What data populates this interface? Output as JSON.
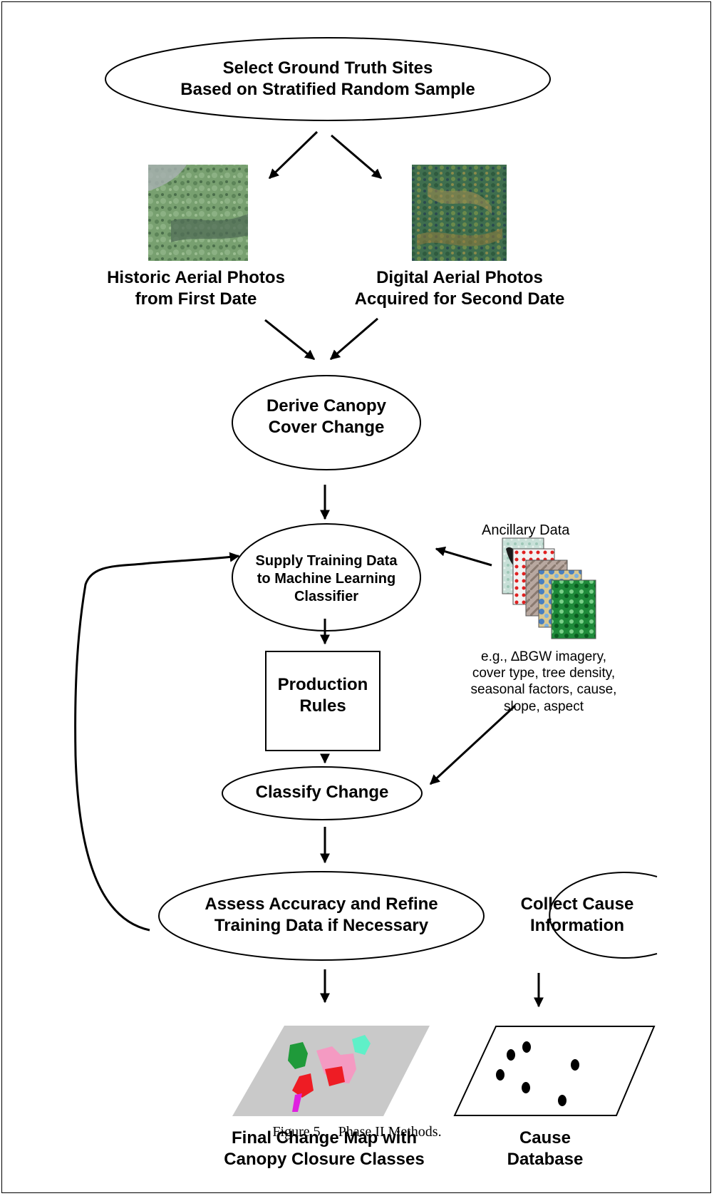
{
  "nodes": {
    "select_sites": "Select Ground Truth Sites\nBased on Stratified Random Sample",
    "derive_change": "Derive Canopy\nCover Change",
    "supply_training": "Supply Training Data\nto Machine Learning\nClassifier",
    "production_rules": "Production\nRules",
    "classify_change": "Classify Change",
    "assess_accuracy": "Assess Accuracy and Refine\nTraining Data if Necessary",
    "collect_cause": "Collect Cause\nInformation"
  },
  "labels": {
    "historic_photos": "Historic Aerial Photos\nfrom First Date",
    "digital_photos": "Digital Aerial Photos\nAcquired for Second Date",
    "final_map": "Final Change Map with\nCanopy Closure Classes",
    "cause_database": "Cause\nDatabase"
  },
  "ancillary": {
    "title": "Ancillary Data",
    "note": "e.g., ∆BGW imagery,\ncover type, tree density,\nseasonal factors, cause,\nslope, aspect"
  },
  "caption": "Figure 5.    Phase II Methods.",
  "colors": {
    "historic_photo": "#6f9a6e",
    "digital_photo": "#3f6e4e",
    "map_plane": "#c9c9c9",
    "map_green": "#1f9a3a",
    "map_red": "#ee1c24",
    "map_pink": "#f49ac2",
    "map_cyan": "#5ff0c8",
    "map_magenta": "#e020e0"
  }
}
